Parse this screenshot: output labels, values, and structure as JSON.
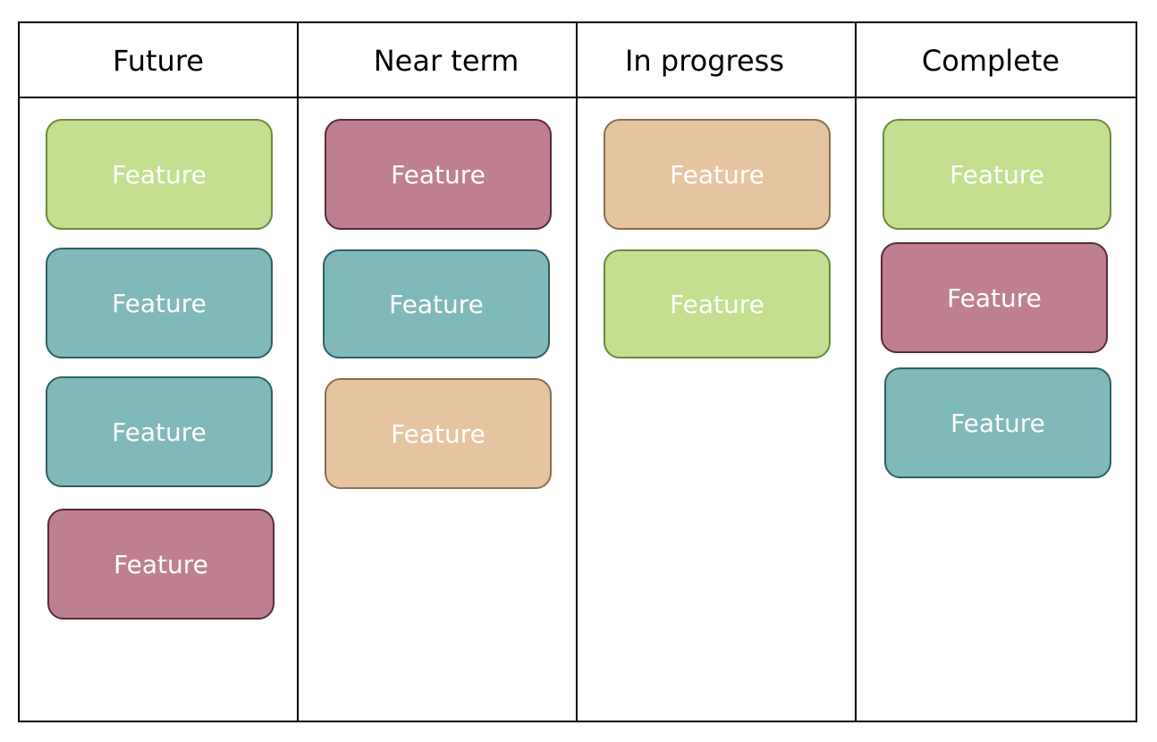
{
  "board": {
    "columns": [
      {
        "title": "Future",
        "cards": [
          {
            "label": "Feature",
            "color": "green"
          },
          {
            "label": "Feature",
            "color": "teal"
          },
          {
            "label": "Feature",
            "color": "teal"
          },
          {
            "label": "Feature",
            "color": "mauve"
          }
        ]
      },
      {
        "title": "Near term",
        "cards": [
          {
            "label": "Feature",
            "color": "mauve"
          },
          {
            "label": "Feature",
            "color": "teal"
          },
          {
            "label": "Feature",
            "color": "tan"
          }
        ]
      },
      {
        "title": "In progress",
        "cards": [
          {
            "label": "Feature",
            "color": "tan"
          },
          {
            "label": "Feature",
            "color": "green"
          }
        ]
      },
      {
        "title": "Complete",
        "cards": [
          {
            "label": "Feature",
            "color": "green"
          },
          {
            "label": "Feature",
            "color": "mauve"
          },
          {
            "label": "Feature",
            "color": "teal"
          }
        ]
      }
    ]
  },
  "palette": {
    "green": {
      "fill": "#c3df8f",
      "border": "#6a8a3c"
    },
    "teal": {
      "fill": "#80b9ba",
      "border": "#2f5f61"
    },
    "mauve": {
      "fill": "#be8090",
      "border": "#5a2a3a"
    },
    "tan": {
      "fill": "#e5c49f",
      "border": "#8a6f4f"
    }
  }
}
